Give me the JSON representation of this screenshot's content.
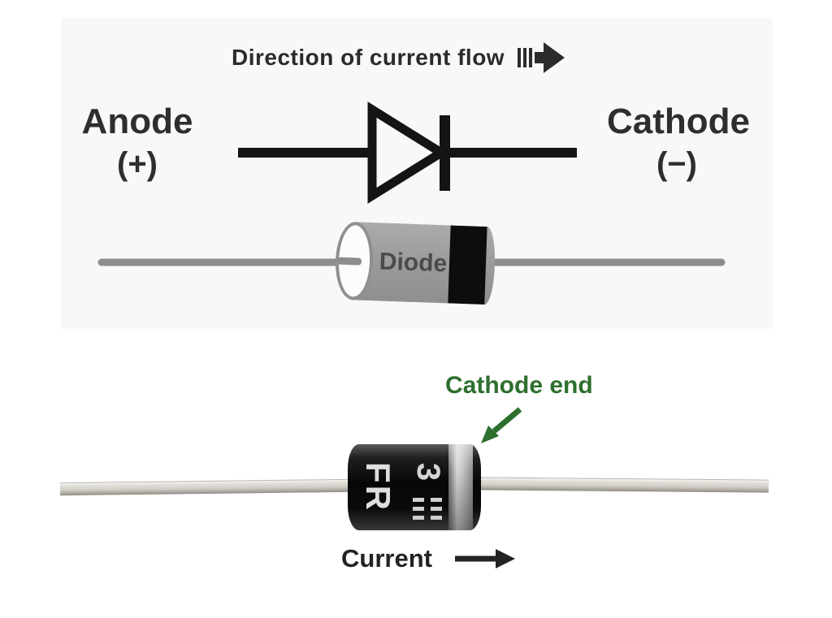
{
  "page": {
    "background": "#ffffff"
  },
  "schematic_panel": {
    "background": "#f8f8f9",
    "heading": "Direction of current flow",
    "flow_arrow_icon": "speed-lines-right-arrow",
    "anode": {
      "label": "Anode",
      "polarity": "(+)"
    },
    "cathode": {
      "label": "Cathode",
      "polarity": "(−)"
    },
    "symbol": {
      "type": "diode-schematic-symbol",
      "color": "#141414"
    },
    "component": {
      "label": "Diode",
      "lead_color": "#8d8d8d",
      "body_color": "#9c9c9c",
      "band_color": "#0d0d0d",
      "cap_color": "#fcfcfc",
      "label_color": "#4b4b4b"
    },
    "text_color": "#2b2b2b"
  },
  "photo_section": {
    "callout": {
      "label": "Cathode end",
      "color": "#2e6f2f",
      "arrow_icon": "down-left-arrow"
    },
    "diode_photo": {
      "marking_primary": "FR",
      "marking_secondary": "3",
      "body_color": "#0a0a0a",
      "cathode_band_color": "#c6c6c6",
      "lead_color": "#d2cfc8"
    },
    "current": {
      "label": "Current",
      "arrow_icon": "right-arrow",
      "color": "#232323"
    }
  }
}
